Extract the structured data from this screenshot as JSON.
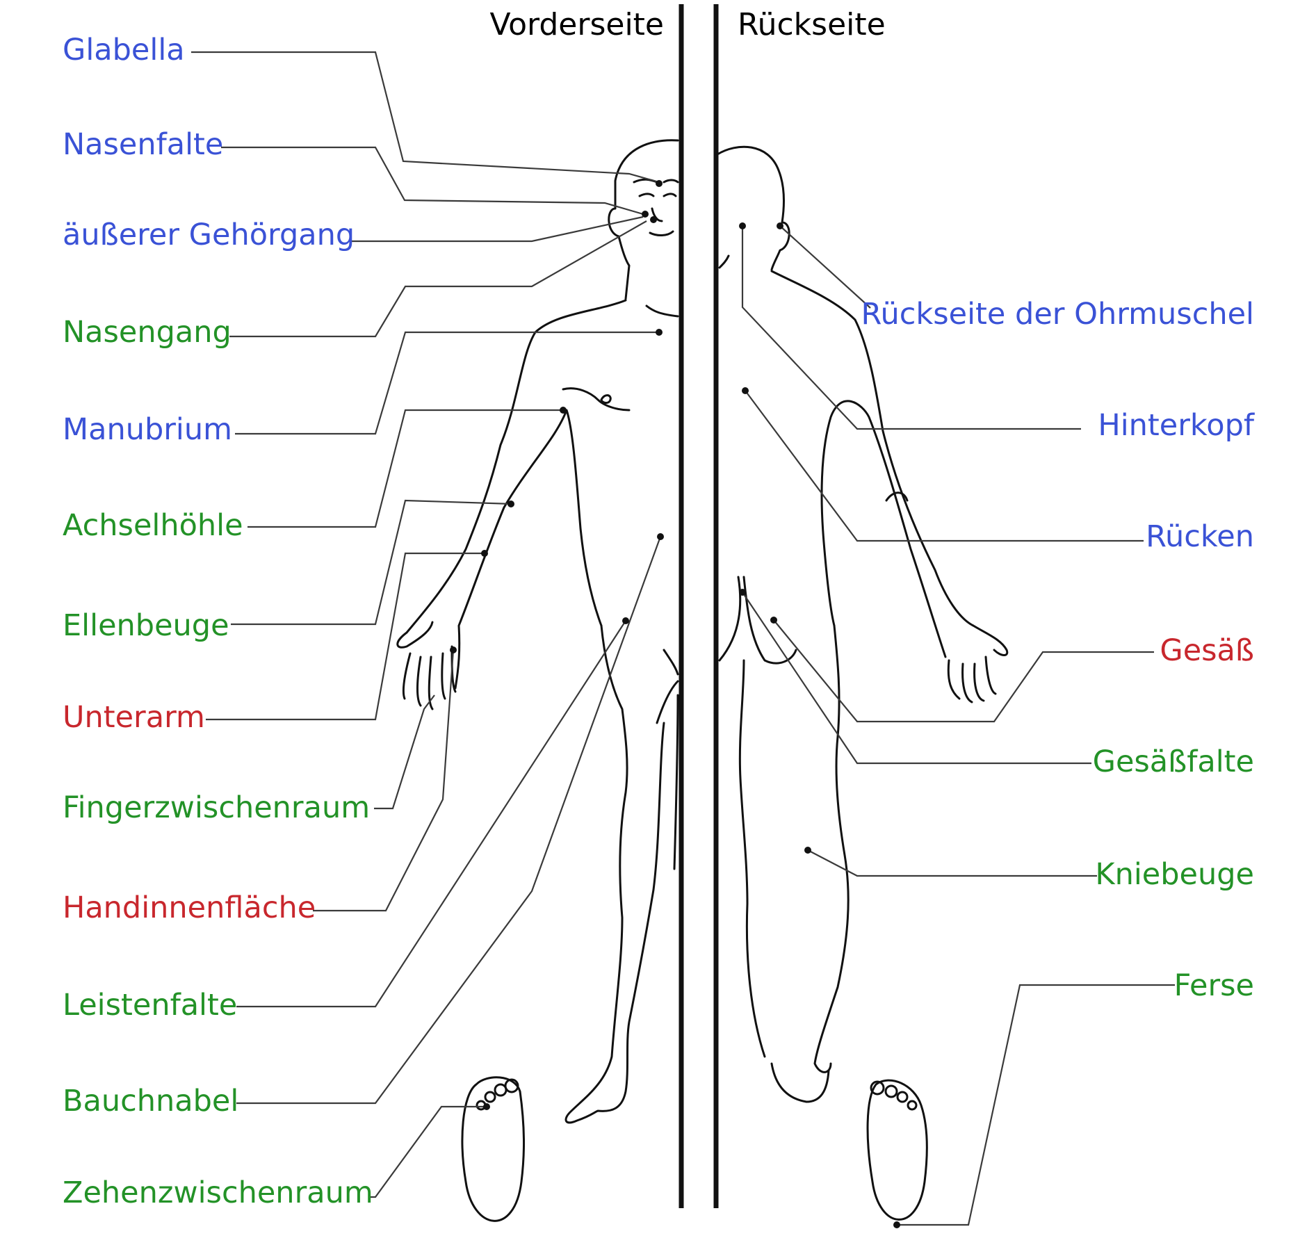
{
  "headers": {
    "front": "Vorderseite",
    "back": "Rückseite"
  },
  "colors": {
    "blue": "#3a52d6",
    "green": "#239227",
    "red": "#c8272d",
    "line": "#111111"
  },
  "labels_left": [
    {
      "text": "Glabella",
      "color": "blue"
    },
    {
      "text": "Nasenfalte",
      "color": "blue"
    },
    {
      "text": "äußerer Gehörgang",
      "color": "blue"
    },
    {
      "text": "Nasengang",
      "color": "green"
    },
    {
      "text": "Manubrium",
      "color": "blue"
    },
    {
      "text": "Achselhöhle",
      "color": "green"
    },
    {
      "text": "Ellenbeuge",
      "color": "green"
    },
    {
      "text": "Unterarm",
      "color": "red"
    },
    {
      "text": "Fingerzwischenraum",
      "color": "green"
    },
    {
      "text": "Handinnenfläche",
      "color": "red"
    },
    {
      "text": "Leistenfalte",
      "color": "green"
    },
    {
      "text": "Bauchnabel",
      "color": "green"
    },
    {
      "text": "Zehenzwischenraum",
      "color": "green"
    }
  ],
  "labels_right": [
    {
      "text": "Rückseite der Ohrmuschel",
      "color": "blue"
    },
    {
      "text": "Hinterkopf",
      "color": "blue"
    },
    {
      "text": "Rücken",
      "color": "blue"
    },
    {
      "text": "Gesäß",
      "color": "red"
    },
    {
      "text": "Gesäßfalte",
      "color": "green"
    },
    {
      "text": "Kniebeuge",
      "color": "green"
    },
    {
      "text": "Ferse",
      "color": "green"
    }
  ]
}
